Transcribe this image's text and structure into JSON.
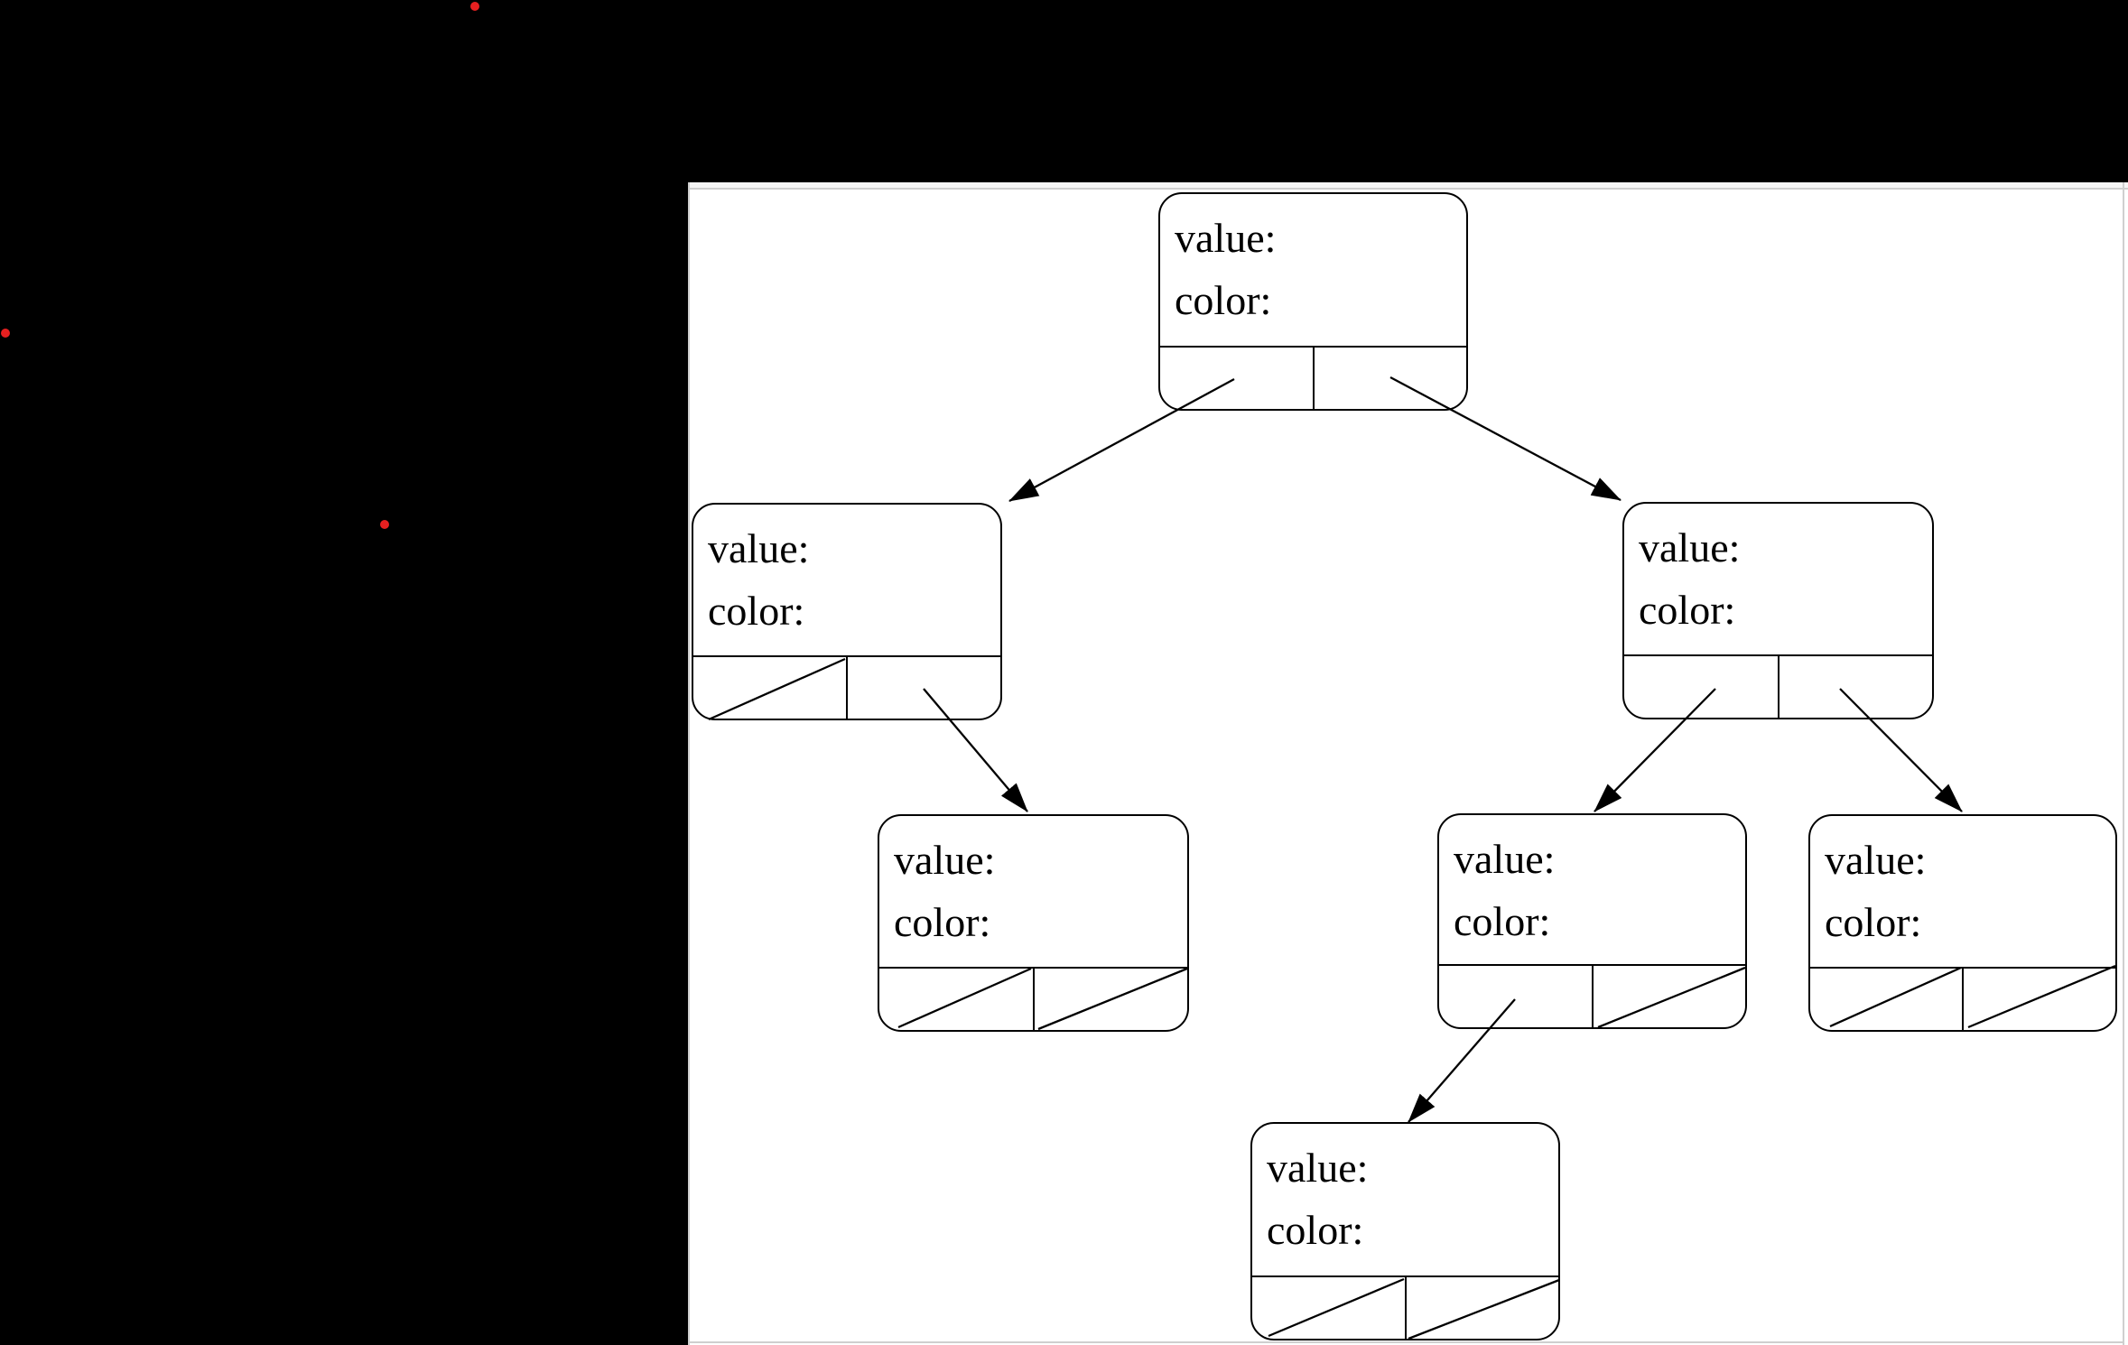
{
  "window": {
    "page_background": "#000000",
    "panel_background": "#ffffff",
    "panel_border_color": "#cfcfcf",
    "panel_top_strip_color": "#f6f6f6"
  },
  "colors": {
    "red_dot": "#e62020",
    "diagram_line": "#000000",
    "node_text": "#000000"
  },
  "annotations": {
    "red_dot_count": 3
  },
  "diagram": {
    "type": "binary-tree-node-diagram",
    "node_field_labels": {
      "value": "value:",
      "color": "color:"
    },
    "nodes": [
      {
        "name": "root",
        "left_pointer": "child",
        "right_pointer": "child"
      },
      {
        "name": "root-left",
        "left_pointer": "null",
        "right_pointer": "child"
      },
      {
        "name": "root-right",
        "left_pointer": "child",
        "right_pointer": "child"
      },
      {
        "name": "root-left-right",
        "left_pointer": "null",
        "right_pointer": "null"
      },
      {
        "name": "root-right-left",
        "left_pointer": "child",
        "right_pointer": "null"
      },
      {
        "name": "root-right-right",
        "left_pointer": "null",
        "right_pointer": "null"
      },
      {
        "name": "root-right-left-left",
        "left_pointer": "null",
        "right_pointer": "null"
      }
    ],
    "edges": [
      {
        "from": "root.left",
        "to": "root-left"
      },
      {
        "from": "root.right",
        "to": "root-right"
      },
      {
        "from": "root-left.right",
        "to": "root-left-right"
      },
      {
        "from": "root-right.left",
        "to": "root-right-left"
      },
      {
        "from": "root-right.right",
        "to": "root-right-right"
      },
      {
        "from": "root-right-left.left",
        "to": "root-right-left-left"
      }
    ]
  }
}
